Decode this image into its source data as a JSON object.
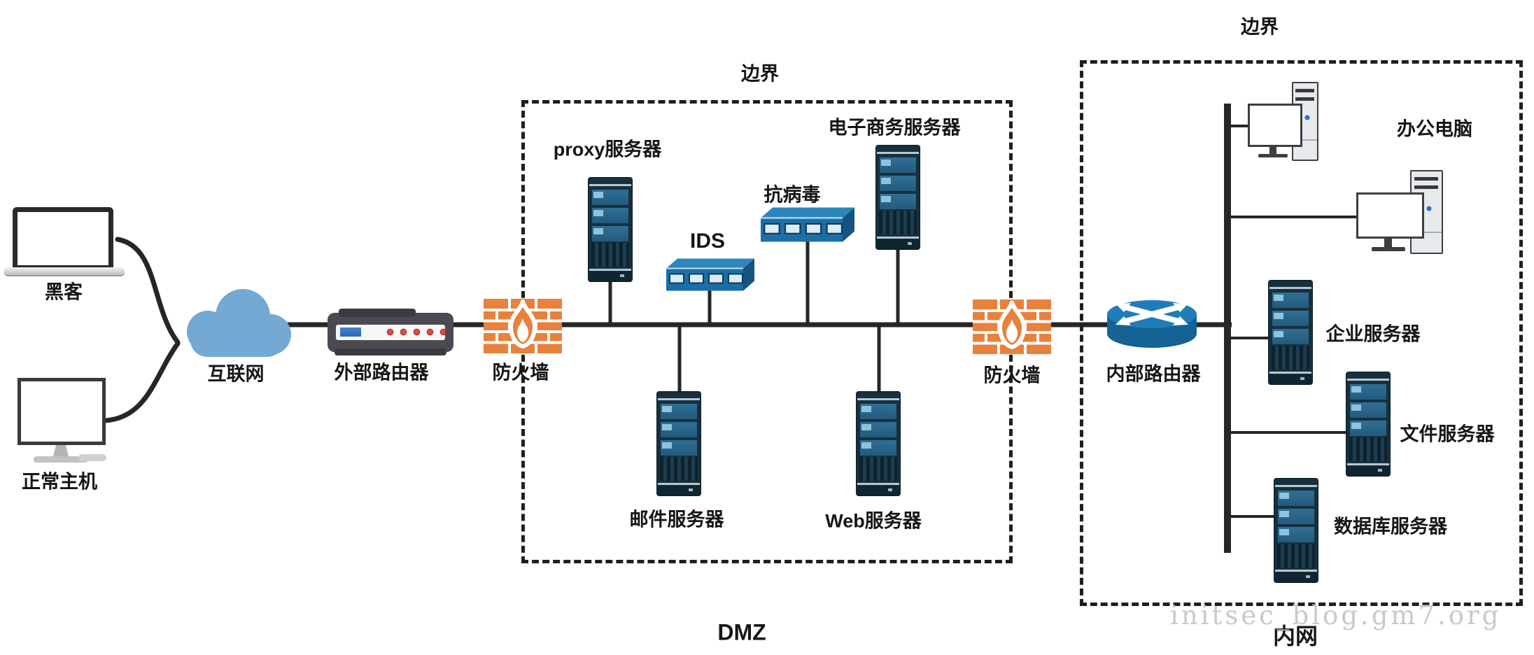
{
  "zones": {
    "dmz": {
      "boundary_label": "边界",
      "zone_label": "DMZ"
    },
    "intranet": {
      "boundary_label": "边界",
      "zone_label": "内网"
    }
  },
  "nodes": {
    "hacker": {
      "label": "黑客"
    },
    "normal_host": {
      "label": "正常主机"
    },
    "internet": {
      "label": "互联网"
    },
    "external_router": {
      "label": "外部路由器"
    },
    "firewall_outer": {
      "label": "防火墙"
    },
    "firewall_inner": {
      "label": "防火墙"
    },
    "proxy_server": {
      "label": "proxy服务器"
    },
    "ids": {
      "label": "IDS"
    },
    "antivirus": {
      "label": "抗病毒"
    },
    "ecommerce_server": {
      "label": "电子商务服务器"
    },
    "mail_server": {
      "label": "邮件服务器"
    },
    "web_server": {
      "label": "Web服务器"
    },
    "internal_router": {
      "label": "内部路由器"
    },
    "office_pc": {
      "label": "办公电脑"
    },
    "enterprise_server": {
      "label": "企业服务器"
    },
    "file_server": {
      "label": "文件服务器"
    },
    "database_server": {
      "label": "数据库服务器"
    }
  },
  "watermark": "initsec_blog.gm7.org",
  "colors": {
    "firewall_orange": "#e8813c",
    "appliance_blue": "#1b6fa8",
    "server_navy": "#16303e",
    "cloud_blue": "#73a9d3",
    "router_blue": "#1f7db8",
    "line_dark": "#262626",
    "watermark_gray": "#c9c9c9"
  }
}
